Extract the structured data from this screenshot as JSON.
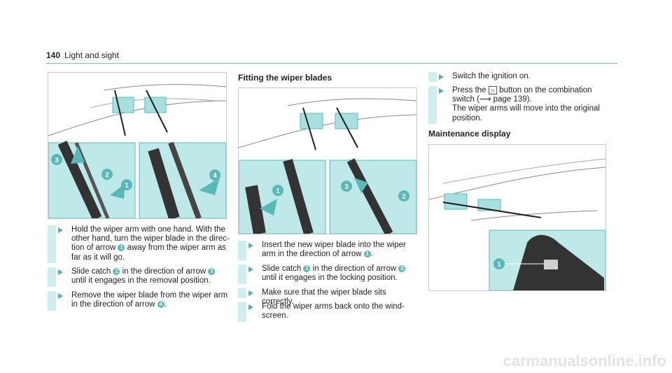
{
  "header": {
    "page_number": "140",
    "section": "Light and sight"
  },
  "left": {
    "steps": [
      {
        "parts": [
          "Hold the wiper arm with one hand. With the",
          "other hand, turn the wiper blade in the direc-",
          "tion of arrow ",
          "1",
          " away from the wiper arm as",
          "far as it will go."
        ]
      },
      {
        "parts": [
          "Slide catch ",
          "2",
          " in the direction of arrow ",
          "3",
          "",
          "until it engages in the removal position."
        ]
      },
      {
        "parts": [
          "Remove the wiper blade from the wiper arm",
          "in the direction of arrow ",
          "4",
          "."
        ]
      }
    ]
  },
  "middle": {
    "heading": "Fitting the wiper blades",
    "steps": [
      {
        "parts": [
          "Insert the new wiper blade into the wiper",
          "arm in the direction of arrow ",
          "1",
          "."
        ]
      },
      {
        "parts": [
          "Slide catch ",
          "2",
          " in the direction of arrow ",
          "3",
          "",
          "until it engages in the locking position."
        ]
      },
      {
        "parts": [
          "Make sure that the wiper blade sits correctly."
        ]
      },
      {
        "parts": [
          "Fold the wiper arms back onto the wind-",
          "screen."
        ]
      }
    ]
  },
  "right": {
    "steps": [
      {
        "parts": [
          "Switch the ignition on."
        ]
      },
      {
        "parts": [
          "Press the ",
          "☼",
          " button on the combination",
          "switch (",
          "⟶",
          " page 139).",
          "The wiper arms will move into the original",
          "position."
        ]
      }
    ],
    "heading": "Maintenance display"
  },
  "figure_callouts": {
    "fig1": [
      "3",
      "2",
      "1",
      "4"
    ],
    "fig2": [
      "1",
      "3",
      "2"
    ],
    "fig3": [
      "1"
    ]
  },
  "watermark": "carmanualsonline.info",
  "colors": {
    "accent": "#5bb8b8",
    "panel": "#cfeeee",
    "rule": "#6fbfbf"
  }
}
